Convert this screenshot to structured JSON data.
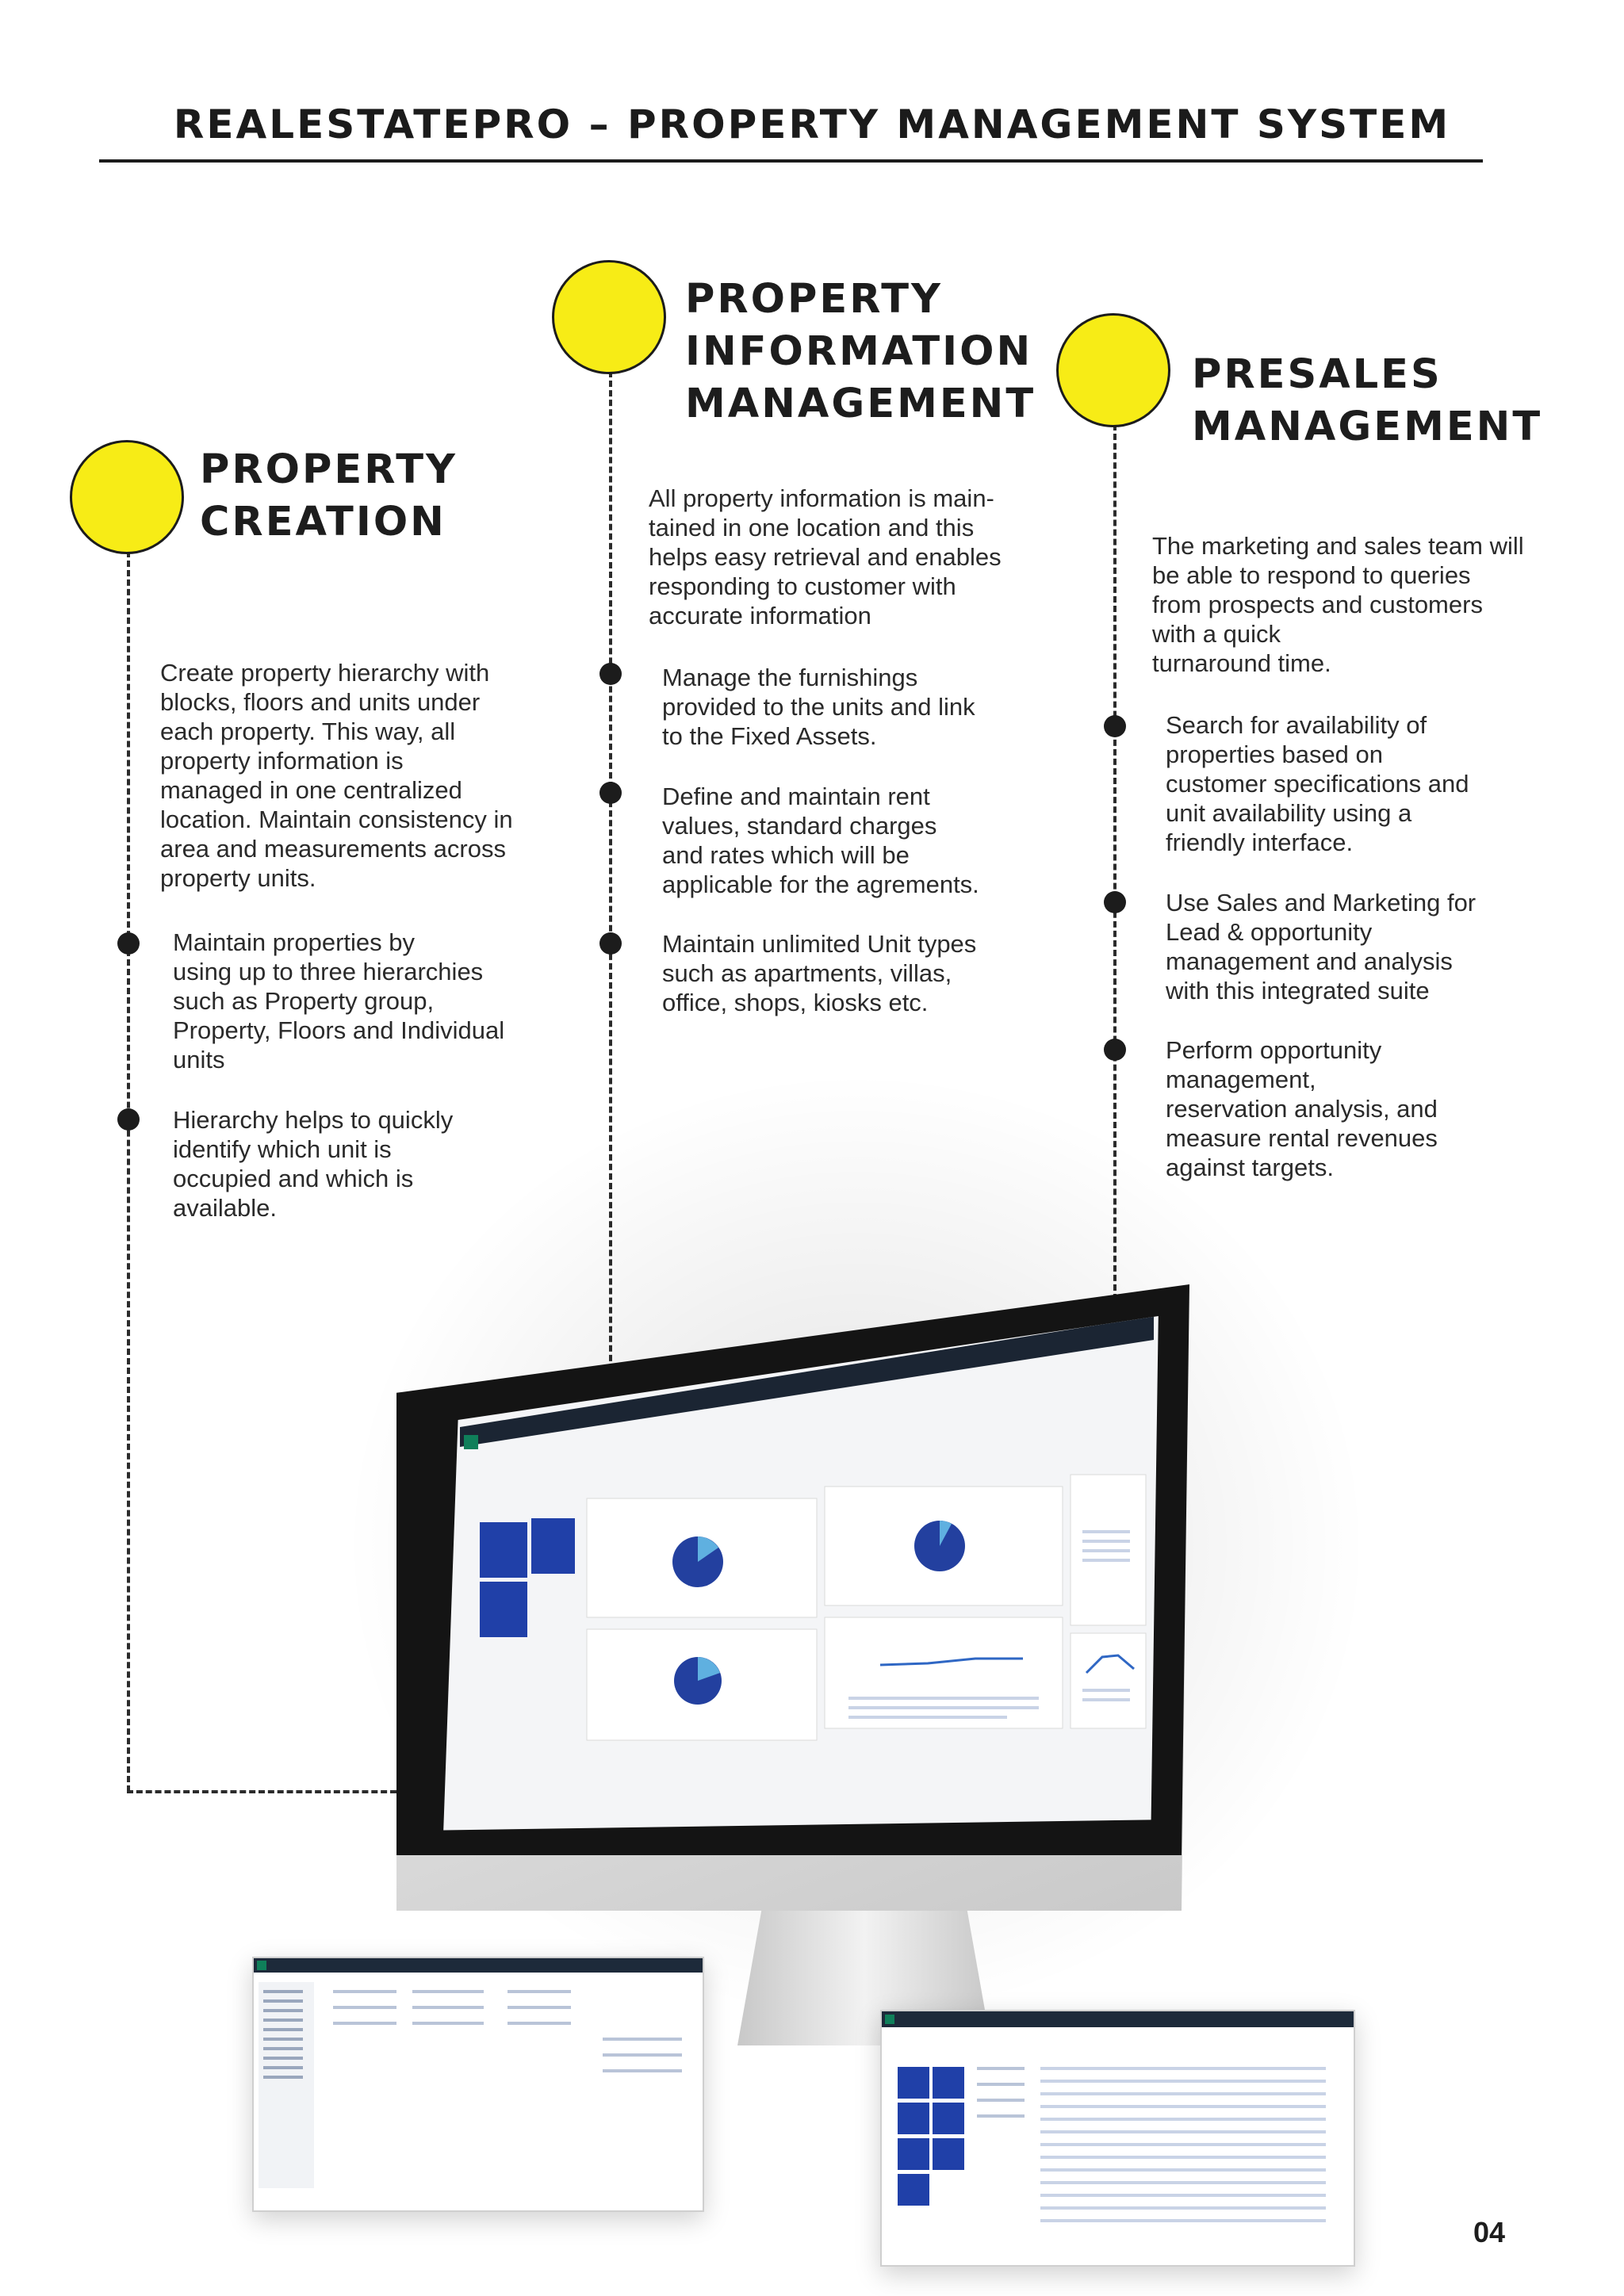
{
  "header": {
    "title": "REALESTATEPRO – PROPERTY MANAGEMENT SYSTEM"
  },
  "page_number": "04",
  "sections": {
    "creation": {
      "title": [
        "PROPERTY",
        "CREATION"
      ],
      "intro": [
        "Create property hierarchy with",
        "blocks, floors and units under",
        "each property. This way, all",
        "property information is",
        "managed in one centralized",
        "location. Maintain consistency in",
        "area and measurements across",
        "property units."
      ],
      "bullets": [
        [
          "Maintain properties by",
          "using up to three hierarchies",
          "such as Property group,",
          "Property, Floors and Individual",
          "units"
        ],
        [
          "Hierarchy helps to quickly",
          "identify which unit is",
          "occupied and which is",
          "available."
        ]
      ]
    },
    "information": {
      "title": [
        "PROPERTY",
        "INFORMATION",
        "MANAGEMENT"
      ],
      "intro": [
        "All property information is main-",
        "tained in one location and this",
        "helps easy retrieval and enables",
        "responding to customer with",
        "accurate information"
      ],
      "bullets": [
        [
          "Manage the furnishings",
          "provided to the units and link",
          "to the Fixed Assets."
        ],
        [
          "Define and maintain rent",
          "values, standard charges",
          "and rates which will be",
          "applicable for the agrements."
        ],
        [
          "Maintain unlimited Unit types",
          "such as apartments, villas,",
          "office, shops, kiosks etc."
        ]
      ]
    },
    "presales": {
      "title": [
        "PRESALES",
        "MANAGEMENT"
      ],
      "intro": [
        "The marketing and sales team will",
        "be able to respond to queries",
        "from prospects and customers",
        "with a quick",
        "turnaround time."
      ],
      "bullets": [
        [
          "Search for availability of",
          "properties based on",
          "customer specifications and",
          "unit availability using a",
          "friendly interface."
        ],
        [
          "Use Sales and Marketing for",
          "Lead & opportunity",
          "management and analysis",
          "with this integrated suite"
        ],
        [
          "Perform opportunity",
          "management,",
          "reservation analysis, and",
          "measure rental revenues",
          "against targets."
        ]
      ]
    }
  }
}
